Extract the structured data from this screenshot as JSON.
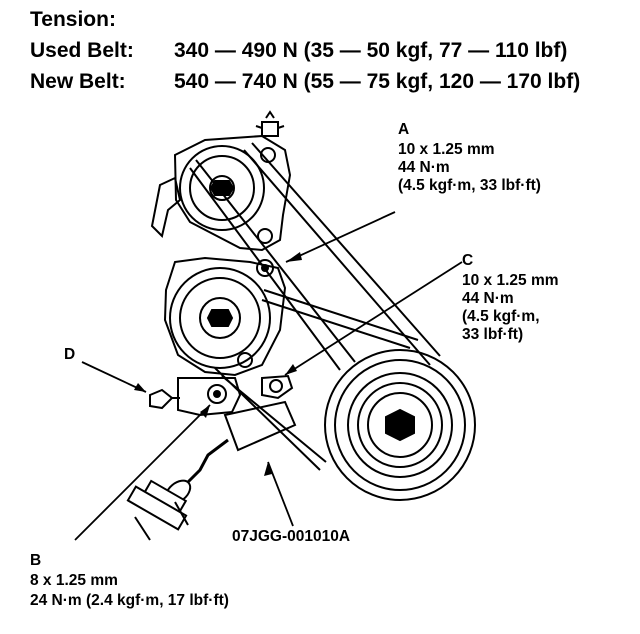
{
  "tension": {
    "title": "Tension:",
    "used_label": "Used Belt:",
    "used_value": "340 — 490 N (35 — 50 kgf, 77 — 110 lbf)",
    "new_label": "New Belt:",
    "new_value": "540 — 740 N (55 — 75 kgf, 120 — 170 lbf)"
  },
  "callouts": {
    "A": {
      "letter": "A",
      "lines": [
        "10 x 1.25 mm",
        "44 N·m",
        "(4.5 kgf·m, 33 lbf·ft)"
      ]
    },
    "C": {
      "letter": "C",
      "lines": [
        "10 x 1.25 mm",
        "44 N·m",
        "(4.5 kgf·m,",
        "33 lbf·ft)"
      ]
    },
    "D": {
      "letter": "D"
    },
    "tool": {
      "part_number": "07JGG-001010A"
    },
    "B": {
      "letter": "B",
      "lines": [
        "8 x 1.25 mm",
        "24 N·m (2.4 kgf·m, 17 lbf·ft)"
      ]
    }
  }
}
